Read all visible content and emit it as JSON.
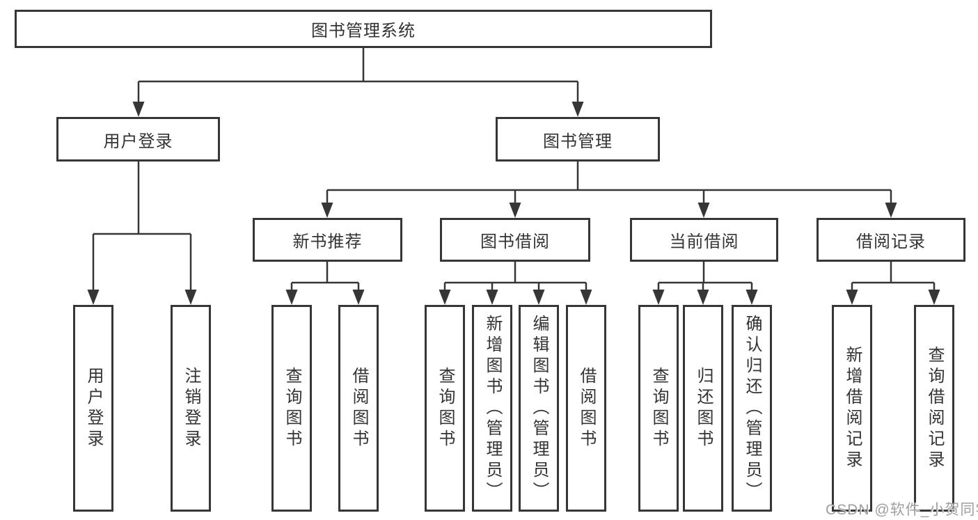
{
  "tree": {
    "root": {
      "label": "图书管理系统"
    },
    "user_login": {
      "label": "用户登录",
      "leaves": {
        "login": {
          "label": "用户登录"
        },
        "logout": {
          "label": "注销登录"
        }
      }
    },
    "book_mgmt": {
      "label": "图书管理",
      "new_books": {
        "label": "新书推荐",
        "leaves": {
          "query": {
            "label": "查询图书"
          },
          "borrow": {
            "label": "借阅图书"
          }
        }
      },
      "book_borrow": {
        "label": "图书借阅",
        "leaves": {
          "query": {
            "label": "查询图书"
          },
          "add": {
            "label": "新增图书（管理员）"
          },
          "edit": {
            "label": "编辑图书（管理员）"
          },
          "borrow": {
            "label": "借阅图书"
          }
        }
      },
      "current_borrow": {
        "label": "当前借阅",
        "leaves": {
          "query": {
            "label": "查询图书"
          },
          "return": {
            "label": "归还图书"
          },
          "confirm": {
            "label": "确认归还（管理员）"
          }
        }
      },
      "borrow_records": {
        "label": "借阅记录",
        "leaves": {
          "add": {
            "label": "新增借阅记录"
          },
          "query": {
            "label": "查询借阅记录"
          }
        }
      }
    }
  },
  "watermark": {
    "text": "CSDN @软件_小贺同学"
  },
  "colors": {
    "line": "#363636",
    "box_border": "#363636",
    "text": "#333333",
    "watermark": "#9e9e9e",
    "background": "#ffffff"
  }
}
